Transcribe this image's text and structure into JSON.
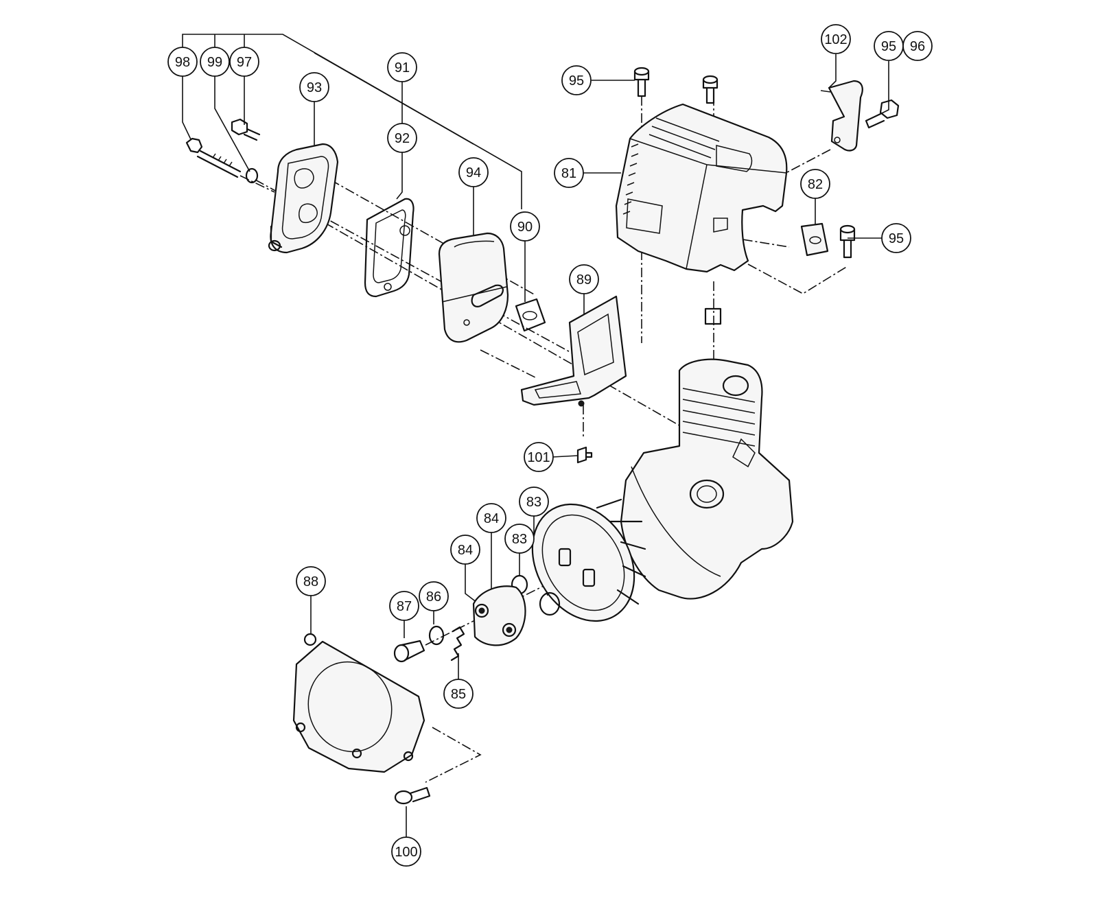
{
  "callouts": {
    "c98": "98",
    "c99": "99",
    "c97": "97",
    "c93": "93",
    "c91": "91",
    "c92": "92",
    "c94": "94",
    "c90": "90",
    "c89": "89",
    "c101": "101",
    "c95a": "95",
    "c95b": "95",
    "c95c": "95",
    "c96": "96",
    "c102": "102",
    "c81": "81",
    "c82": "82",
    "c83a": "83",
    "c83b": "83",
    "c84a": "84",
    "c84b": "84",
    "c85": "85",
    "c86": "86",
    "c87": "87",
    "c88": "88",
    "c100": "100"
  }
}
